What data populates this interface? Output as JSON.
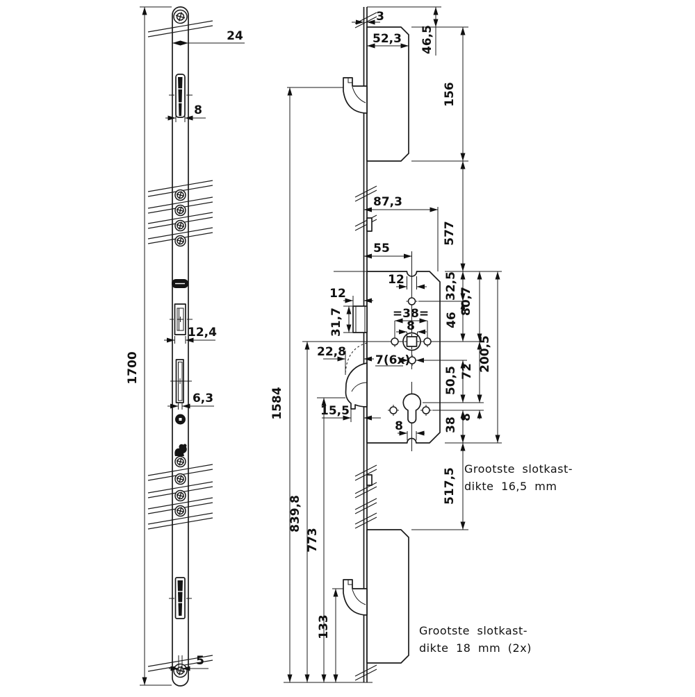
{
  "dims": {
    "faceplate_width": "24",
    "latch_width": "8",
    "total_length": "1700",
    "roller_width": "12,4",
    "slot_width": "6,3",
    "bottom_offset": "5",
    "plate_thickness": "3",
    "top_case_depth": "52,3",
    "top_clearance": "46,5",
    "top_case_height": "156",
    "main_case_depth": "87,3",
    "case_spacing_top": "577",
    "backset": "55",
    "top_notch_width": "12",
    "latch_protrusion": "12",
    "latch_height": "31,7",
    "top_to_screw": "32,5",
    "screw_to_follower": "46",
    "follower_offset": "80,7",
    "screw_span": "=38=",
    "spindle_size": "8",
    "hook_protrusion": "22,8",
    "screw_hole_dia": "7(6x)",
    "follower_to_cylinder": "72",
    "screw_to_cylinder": "50,5",
    "hook_lower_protrusion": "15,5",
    "hook_to_bottom": "1584",
    "cylinder_screw_offset": "8",
    "cylinder_to_case_bottom": "38",
    "main_case_height": "200,5",
    "follower_height": "839,8",
    "hook_bottom_height": "773",
    "case_spacing_bottom": "517,5",
    "bottom_hook_height": "133",
    "bottom_notch_width": "8"
  },
  "notes": {
    "max_case_note_1a": "Grootste slotkast-",
    "max_case_note_1b": "dikte 16,5 mm",
    "max_case_note_2a": "Grootste slotkast-",
    "max_case_note_2b": "dikte 18 mm (2x)"
  }
}
